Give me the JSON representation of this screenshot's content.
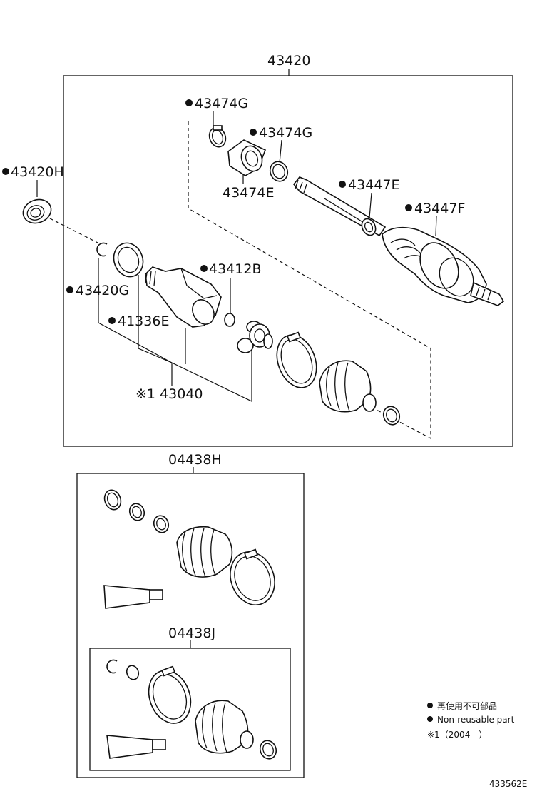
{
  "assembly": {
    "main_label": "43420",
    "kit_label": "04438H",
    "subkit_label": "04438J",
    "figure_code": "433562E"
  },
  "parts": {
    "p43474g_top": "43474G",
    "p43474g_mid": "43474G",
    "p43474e": "43474E",
    "p43447e": "43447E",
    "p43447f": "43447F",
    "p43420h": "43420H",
    "p43412b": "43412B",
    "p43420g": "43420G",
    "p41336e": "41336E",
    "p43040": "※1 43040"
  },
  "legend": {
    "non_reusable_jp": "再使用不可部品",
    "non_reusable_en": "Non-reusable part",
    "footnote": "※1（2004 -        ）"
  }
}
